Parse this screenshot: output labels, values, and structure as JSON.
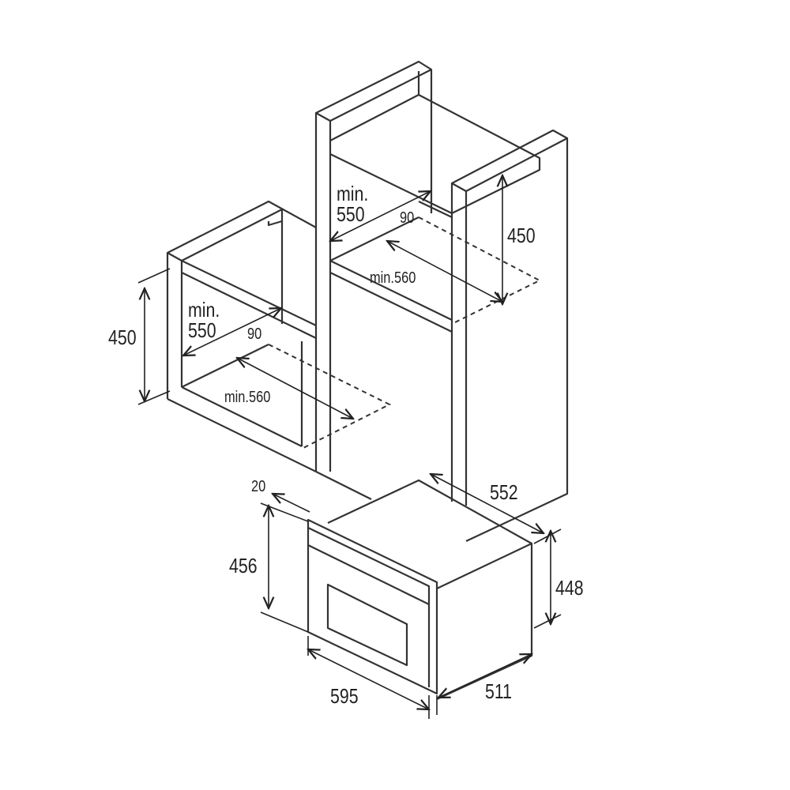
{
  "colors": {
    "line": "#333333",
    "text": "#222222",
    "background": "#ffffff"
  },
  "upper_unit": {
    "depth_min_line1": "min.",
    "depth_min_line2": "550",
    "gap": "90",
    "height": "450",
    "width_min": "min.560"
  },
  "left_unit": {
    "height": "450",
    "depth_min_line1": "min.",
    "depth_min_line2": "550",
    "gap": "90",
    "width_min": "min.560"
  },
  "oven": {
    "front_thickness": "20",
    "depth_total": "552",
    "front_height": "456",
    "body_height": "448",
    "front_width": "595",
    "body_depth": "511"
  }
}
